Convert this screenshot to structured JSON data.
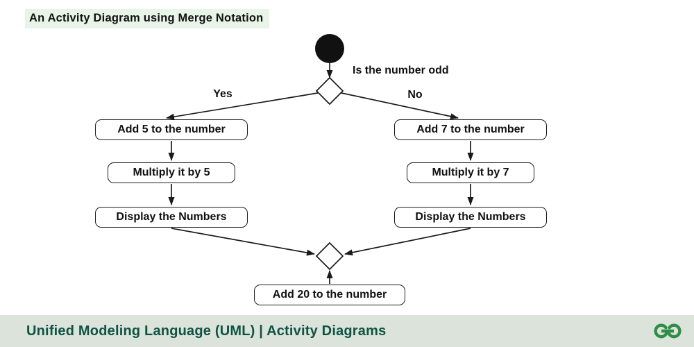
{
  "title": "An Activity Diagram using Merge Notation",
  "diagram": {
    "decision_label": "Is the number odd",
    "yes_label": "Yes",
    "no_label": "No",
    "left_branch": [
      "Add 5 to the number",
      "Multiply it by 5",
      "Display the Numbers"
    ],
    "right_branch": [
      "Add 7 to the number",
      "Multiply it by 7",
      "Display the Numbers"
    ],
    "after_merge": "Add 20 to the number"
  },
  "footer": {
    "text": "Unified Modeling Language (UML) | Activity Diagrams",
    "logo": "geeksforgeeks-logo"
  },
  "colors": {
    "title_bg": "#e8f4e8",
    "footer_bg": "#dbe3db",
    "footer_text": "#0e5343",
    "logo_green": "#2f8d46",
    "line": "#1a1a1a"
  }
}
